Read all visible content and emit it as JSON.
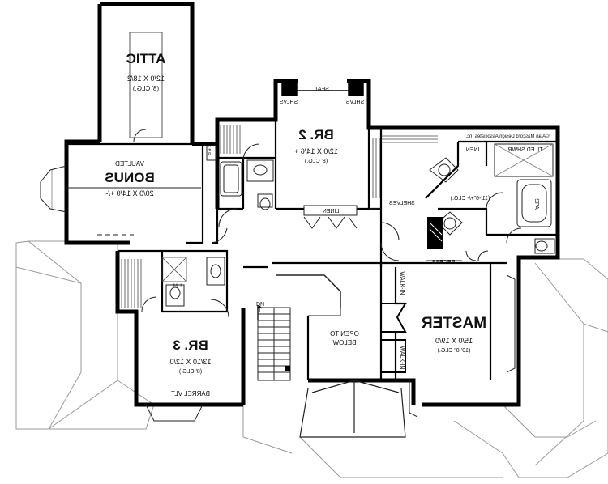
{
  "credit": "©Alan Mascord Design Associates Inc.",
  "rooms": {
    "attic": {
      "name": "ATTIC",
      "size": "12/0 X 18/2",
      "ceiling": "(8' CLG.)"
    },
    "bonus": {
      "name": "BONUS",
      "qualifier": "VAULTED",
      "size": "20/0 X 14/0 +/-"
    },
    "br2": {
      "name": "BR. 2",
      "size": "12/0 X 14/6 +",
      "ceiling": "(8' CLG.)"
    },
    "br3": {
      "name": "BR. 3",
      "size": "13/10 X 12/0",
      "ceiling": "(8' CLG.)"
    },
    "master": {
      "name": "MASTER",
      "size": "15/0 X 19/0",
      "ceiling": "(10'-8\" CLG.)"
    },
    "open": {
      "line1": "OPEN TO",
      "line2": "BELOW"
    }
  },
  "fixtures": {
    "seat": "SEAT",
    "shlvs_left": "SHLVS",
    "shlvs_right": "SHLVS",
    "linen_hall": "LINEN",
    "linen_bath": "LINEN",
    "shelves": "SHELVES",
    "tiled_shwr": "TILED SHWR",
    "spa": "SPA",
    "spa_ceiling": "(11'-6\"+/- CLG.)",
    "recess": "RECESS",
    "walkin_top": "WALK-IN",
    "walkin_bottom": "WALK-IN",
    "dn": "DN",
    "barrel_vlt": "BARREL VLT",
    "lm": "L.M.",
    "ebr": "E.B.R."
  },
  "colors": {
    "wall": "#000000",
    "line": "#222222",
    "faint": "#9a9a9a",
    "background": "#ffffff"
  }
}
